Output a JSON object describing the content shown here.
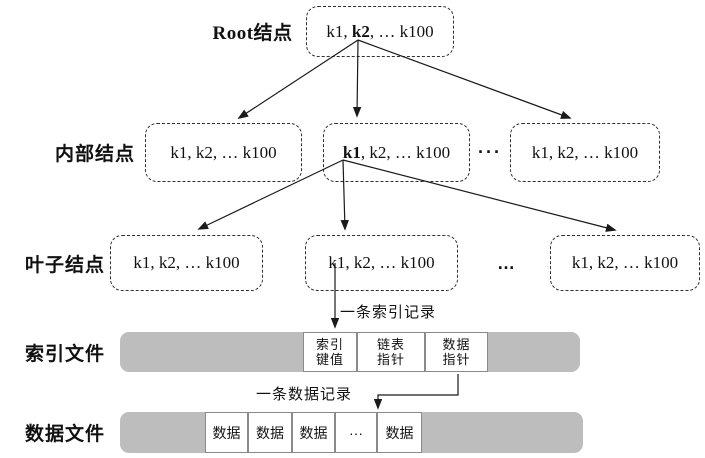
{
  "labels": {
    "root_row": "Root结点",
    "internal_row": "内部结点",
    "leaf_row": "叶子结点",
    "index_file": "索引文件",
    "data_file": "数据文件",
    "index_record_arrow": "一条索引记录",
    "data_record_arrow": "一条数据记录"
  },
  "tree": {
    "root": {
      "pre": "k1, ",
      "bold": "k2",
      "post": ", … k100"
    },
    "internal": [
      {
        "pre": "k1, k2, … k100",
        "bold": "",
        "post": ""
      },
      {
        "pre": "",
        "bold": "k1",
        "post": ", k2, … k100"
      },
      {
        "pre": "k1, k2, … k100",
        "bold": "",
        "post": ""
      }
    ],
    "internal_ellipsis": "···",
    "leaf": [
      {
        "pre": "k1, k2, … k100",
        "bold": "",
        "post": ""
      },
      {
        "pre": "k1, k2, … k100",
        "bold": "",
        "post": ""
      },
      {
        "pre": "k1, k2, … k100",
        "bold": "",
        "post": ""
      }
    ],
    "leaf_ellipsis": "…"
  },
  "index_bar": {
    "cells": [
      {
        "line1": "索引",
        "line2": "键值"
      },
      {
        "line1": "链表",
        "line2": "指针"
      },
      {
        "line1": "数据",
        "line2": "指针"
      }
    ]
  },
  "data_bar": {
    "cells": [
      "数据",
      "数据",
      "数据",
      "···",
      "数据"
    ]
  },
  "colors": {
    "background": "#ffffff",
    "bar_gray": "#bdbdbd",
    "cell_border": "#8a8a8a",
    "box_border": "#2e2e2e",
    "arrow_line": "#1a1a1a",
    "text": "#111111"
  }
}
